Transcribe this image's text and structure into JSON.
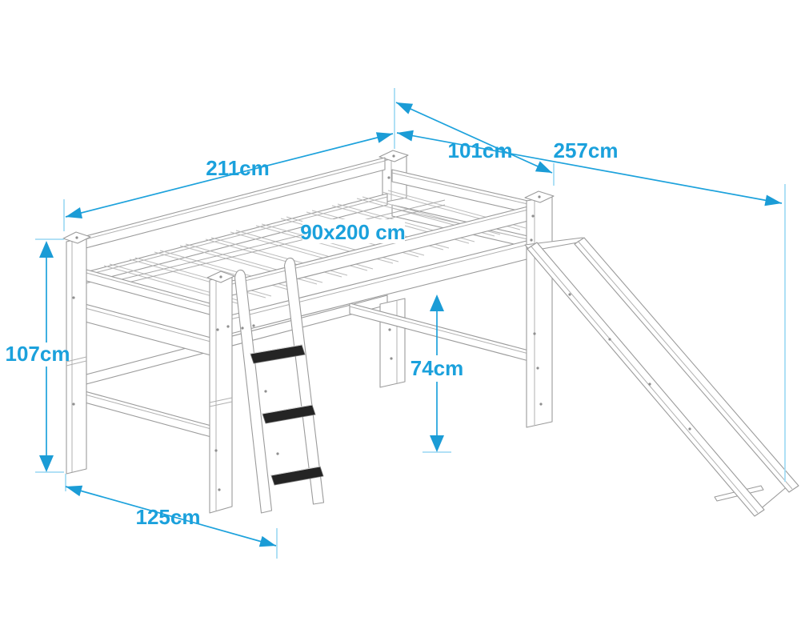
{
  "colors": {
    "dimension_accent": "#1da2dc",
    "extension_line": "#a6dcf4",
    "line_art": "#9b9b9b",
    "step_fill": "#242424",
    "background": "#ffffff"
  },
  "diagram": {
    "type": "dimension-drawing",
    "subject": "cabin bed with ladder and slide",
    "labels": {
      "length": "211cm",
      "width": "101cm",
      "slide_reach": "257cm",
      "mattress": "90x200 cm",
      "height": "107cm",
      "clearance": "74cm",
      "depth": "125cm"
    }
  }
}
